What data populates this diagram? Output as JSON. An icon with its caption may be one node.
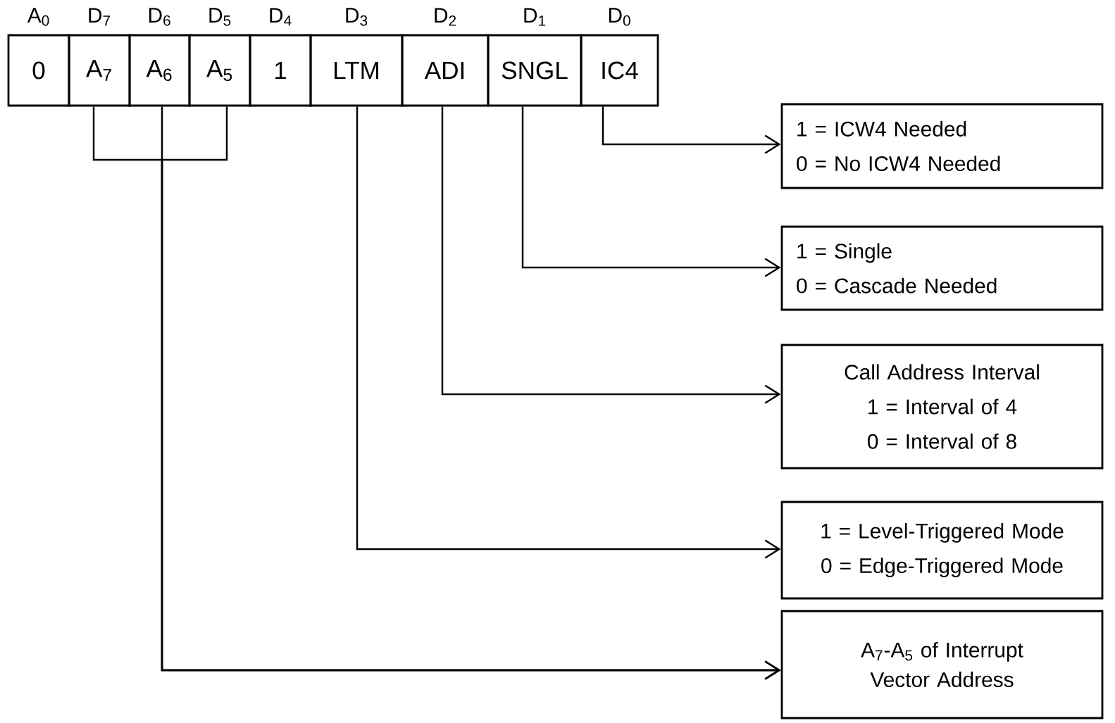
{
  "diagram": {
    "nodes": [
      {
        "text": [
          "0"
        ],
        "beside": [
          "A$_{0}$"
        ]
      },
      {
        "text": [
          "A$_{7}$"
        ],
        "beside": [
          "D$_{7}$"
        ]
      },
      {
        "text": [
          "A$_{6}$"
        ],
        "beside": [
          "D$_{6}$"
        ]
      },
      {
        "text": [
          "A$_{5}$"
        ],
        "beside": [
          "D$_{5}$"
        ]
      },
      {
        "text": [
          "1"
        ],
        "beside": [
          "D$_{4}$"
        ]
      },
      {
        "text": [
          "LTM"
        ],
        "beside": [
          "D$_{3}$"
        ]
      },
      {
        "text": [
          "ADI"
        ],
        "beside": [
          "D$_{2}$"
        ]
      },
      {
        "text": [
          "SNGL"
        ],
        "beside": [
          "D$_{1}$"
        ]
      },
      {
        "text": [
          "IC4"
        ],
        "beside": [
          "D$_{0}$"
        ]
      },
      {
        "text": [
          "1 = ICW4 Needed",
          "0 = No ICW4 Needed"
        ]
      },
      {
        "text": [
          "1 = Single",
          "0 = Cascade Needed"
        ]
      },
      {
        "text": [
          "Call Address Interval",
          "1 = Interval of 4",
          "0 = Interval of 8"
        ]
      },
      {
        "text": [
          "1 = Level-Triggered Mode",
          "0 = Edge-Triggered Mode"
        ]
      },
      {
        "text": [
          "A$_{7}$-A$_{5}$ of Interrupt Vector Address"
        ]
      }
    ],
    "edges": [
      {
        "from": 8,
        "to": 9,
        "arrow": "to"
      },
      {
        "from": 7,
        "to": 10,
        "arrow": "to"
      },
      {
        "from": 6,
        "to": 11,
        "arrow": "to"
      },
      {
        "from": 5,
        "to": 12,
        "arrow": "to"
      },
      {
        "from": 1,
        "to": 13,
        "arrow": "to"
      },
      {
        "from": 2,
        "to": 13,
        "arrow": "to"
      },
      {
        "from": 3,
        "to": 13,
        "arrow": "to"
      }
    ]
  }
}
